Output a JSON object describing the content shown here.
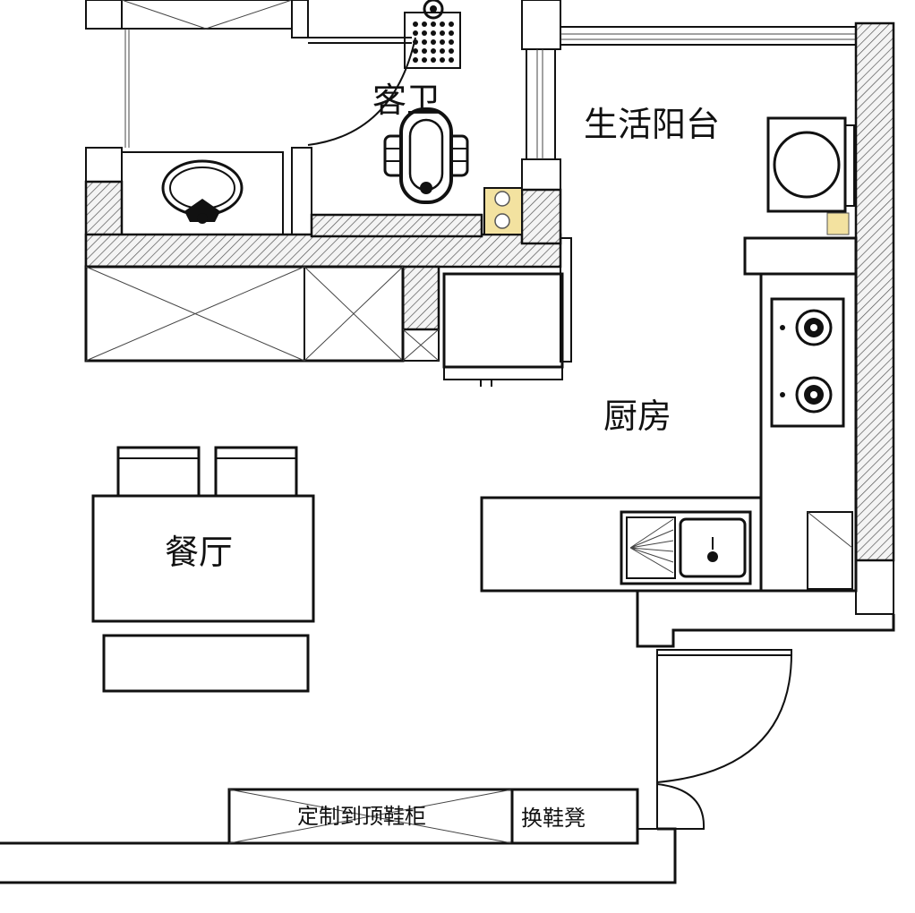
{
  "rooms": {
    "guest_bath": "客卫",
    "utility_balcony": "生活阳台",
    "kitchen": "厨房",
    "dining": "餐厅"
  },
  "fixtures": {
    "shoe_cabinet": "定制到顶鞋柜",
    "shoe_bench": "换鞋凳"
  },
  "colors": {
    "line": "#111111",
    "background": "#ffffff",
    "accent_yellow": "#f3e2a0"
  }
}
